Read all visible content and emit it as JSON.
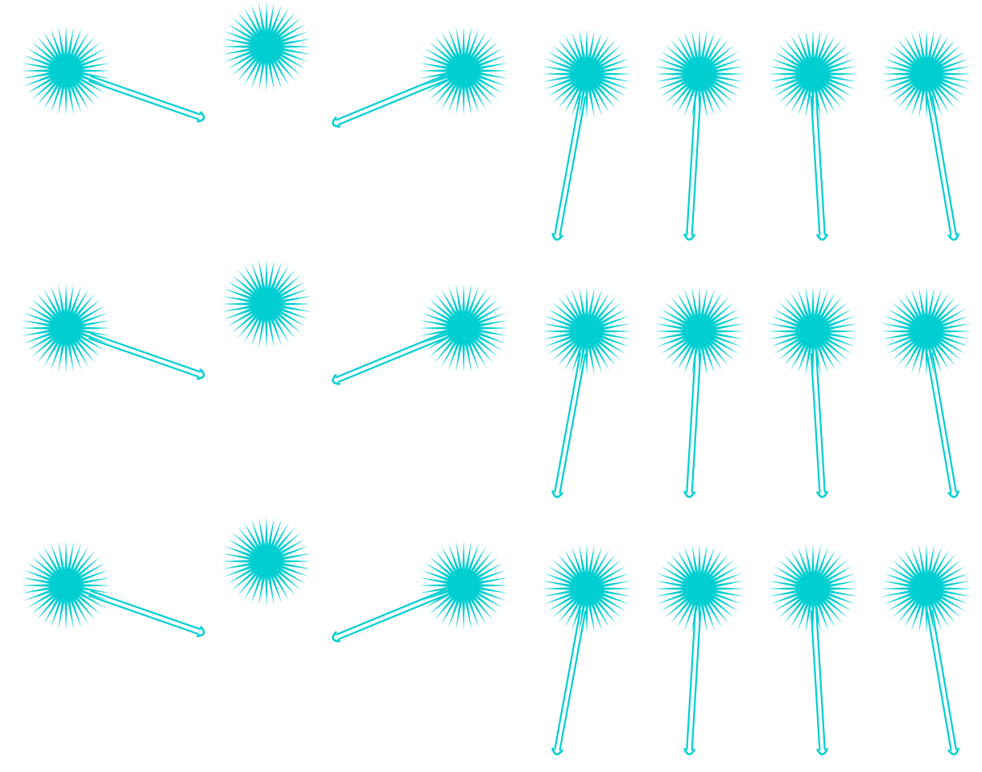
{
  "colors": {
    "background": "#ffffff",
    "accent": "#00CED1"
  },
  "diagram": {
    "node_shape": "starburst-icon",
    "connector_style": "double-line-open-arrow",
    "row_count": 3,
    "nodes_per_row": 7,
    "connectors_per_row": 6,
    "groups": [
      "left-pair-pointing-right",
      "single-pointing-left",
      "four-pointing-down"
    ]
  }
}
